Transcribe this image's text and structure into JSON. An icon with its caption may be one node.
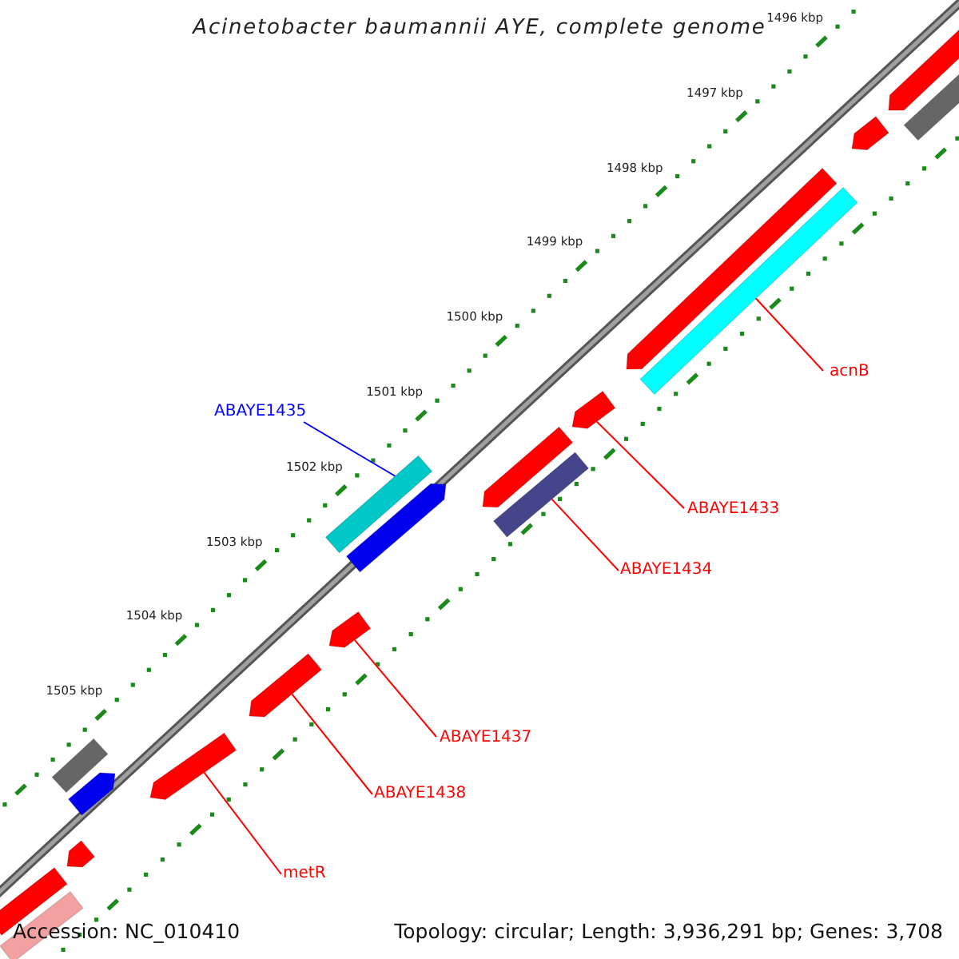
{
  "diagram": {
    "title": "Acinetobacter baumannii AYE, complete genome",
    "nodes": [
      {
        "text": [
          "acnB"
        ]
      },
      {
        "text": [
          "ABAYE1435"
        ]
      },
      {
        "text": [
          "ABAYE1433"
        ]
      },
      {
        "text": [
          "ABAYE1434"
        ]
      },
      {
        "text": [
          "ABAYE1437"
        ]
      },
      {
        "text": [
          "ABAYE1438"
        ]
      },
      {
        "text": [
          "metR"
        ]
      },
      {
        "text": [],
        "shape": "pentagon"
      },
      {
        "text": [],
        "shape": "bar"
      },
      {
        "text": [],
        "shape": "pentagon"
      },
      {
        "text": [],
        "shape": "pentagon"
      },
      {
        "text": [],
        "shape": "bar"
      },
      {
        "text": [],
        "shape": "pentagon"
      },
      {
        "text": [],
        "shape": "pentagon"
      },
      {
        "text": [],
        "shape": "bar"
      },
      {
        "text": [],
        "shape": "bar"
      },
      {
        "text": [],
        "shape": "pentagon"
      },
      {
        "text": [],
        "shape": "pentagon"
      },
      {
        "text": [],
        "shape": "pentagon"
      },
      {
        "text": [],
        "shape": "pentagon"
      },
      {
        "text": [],
        "shape": "bar"
      },
      {
        "text": [],
        "shape": "pentagon"
      },
      {
        "text": [],
        "shape": "pentagon"
      },
      {
        "text": [],
        "shape": "bar"
      },
      {
        "text": [],
        "shape": "bar"
      }
    ],
    "edges": [
      {
        "from": 0,
        "to": 11,
        "arrow": "none"
      },
      {
        "from": 1,
        "to": 14,
        "arrow": "none",
        "color": "#0000ff"
      },
      {
        "from": 2,
        "to": 12,
        "arrow": "none"
      },
      {
        "from": 3,
        "to": 15,
        "arrow": "none"
      },
      {
        "from": 4,
        "to": 17,
        "arrow": "none"
      },
      {
        "from": 5,
        "to": 18,
        "arrow": "none"
      },
      {
        "from": 6,
        "to": 19,
        "arrow": "none"
      }
    ],
    "labels": [
      "1496 kbp",
      "1497 kbp",
      "1498 kbp",
      "1499 kbp",
      "1500 kbp",
      "1501 kbp",
      "1502 kbp",
      "1503 kbp",
      "1504 kbp",
      "1505 kbp",
      "Accession: NC_010410",
      "Topology: circular; Length: 3,936,291 bp; Genes: 3,708"
    ]
  }
}
